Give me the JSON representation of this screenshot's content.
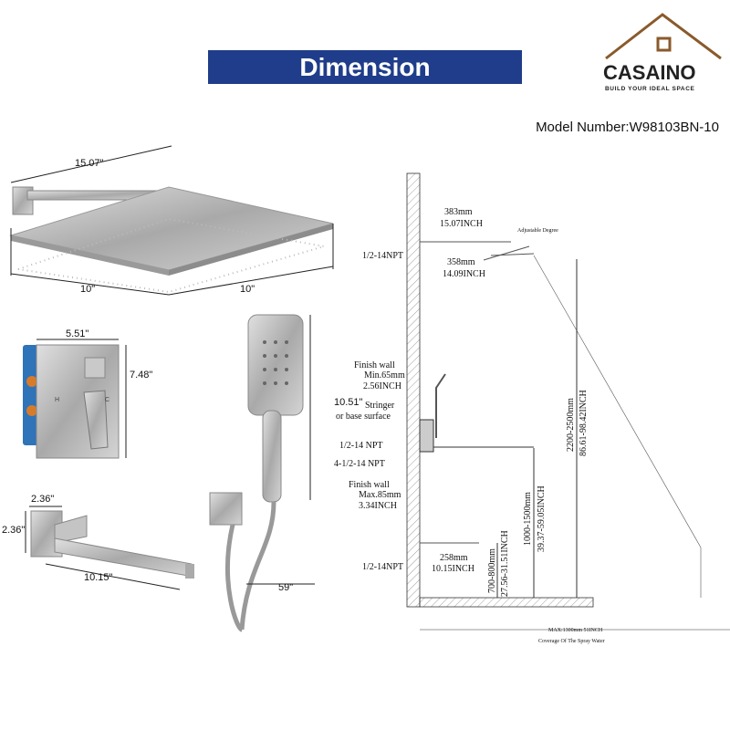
{
  "header": {
    "title": "Dimension",
    "model_number": "Model Number:W98103BN-10"
  },
  "logo": {
    "brand": "CASAINO",
    "tagline": "BUILD YOUR IDEAL SPACE",
    "colors": {
      "house": "#8a5a2b",
      "text": "#222222"
    }
  },
  "colors": {
    "banner": "#1f3d8a",
    "product": "#b8b8b8",
    "line": "#333333"
  },
  "product_dims": {
    "arm_length": "15.07\"",
    "head_width_a": "10\"",
    "head_width_b": "10\"",
    "valve_width": "5.51\"",
    "valve_height": "7.48\"",
    "handheld_length": "10.51\"",
    "hose_length": "59\"",
    "spout_width": "2.36\"",
    "spout_height": "2.36\"",
    "spout_length": "10.15\""
  },
  "valve_labels": {
    "hot": "H",
    "cold": "C"
  },
  "install_drawing": {
    "arm_mm": "383mm",
    "arm_in": "15.07INCH",
    "adjustable": "Adjustable Degree",
    "arm_npt": "1/2-14NPT",
    "head_mm": "358mm",
    "head_in": "14.09INCH",
    "finish_wall_min_title": "Finish wall",
    "finish_wall_min_mm": "Min.65mm",
    "finish_wall_min_in": "2.56INCH",
    "stringer_1": "Stringer",
    "stringer_2": "or base surface",
    "valve_npt_1": "1/2-14 NPT",
    "valve_npt_2": "4-1/2-14 NPT",
    "finish_wall_max_title": "Finish wall",
    "finish_wall_max_mm": "Max.85mm",
    "finish_wall_max_in": "3.34INCH",
    "head_height_mm": "2200-2500mm",
    "head_height_in": "86.61-98.42INCH",
    "valve_height_mm": "1000-1500mm",
    "valve_height_in": "39.37-59.05INCH",
    "spout_npt": "1/2-14NPT",
    "spout_mm": "258mm",
    "spout_in": "10.15INCH",
    "spout_height_mm": "700-800mm",
    "spout_height_in": "27.56-31.51INCH",
    "coverage_max": "MAX:1300mm 51INCH",
    "coverage_label": "Coverage Of The Spray Water"
  }
}
